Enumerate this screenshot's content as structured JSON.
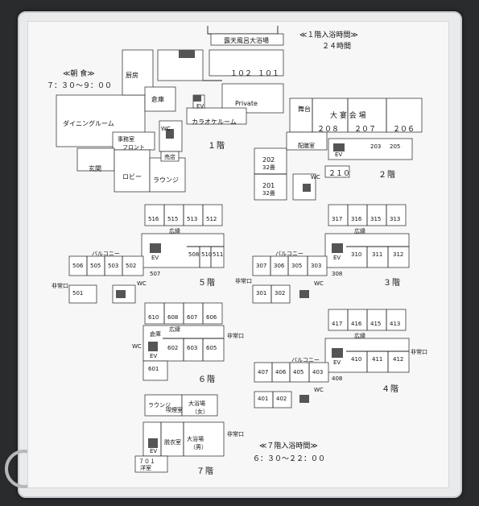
{
  "onsen": {
    "label": "露天風呂大浴場"
  },
  "bath_1f": {
    "heading": "≪１階入浴時間≫",
    "hours": "２４時間"
  },
  "breakfast": {
    "heading": "≪朝 食≫",
    "hours": "７：３０〜９：００"
  },
  "floor1": {
    "label": "１階",
    "rooms": {
      "dining": "ダイニングルーム",
      "chubo": "厨房",
      "souko": "倉庫",
      "r102": "１０２",
      "r101": "１０１",
      "private": "Private",
      "karaoke": "カラオケルーム",
      "jimu": "事務室",
      "front": "フロント",
      "genkan": "玄関",
      "lobby": "ロビー",
      "lounge": "ラウンジ",
      "shop": "売店",
      "wc": "WC",
      "ev": "EV"
    }
  },
  "floor2": {
    "label": "２階",
    "rooms": {
      "butai": "舞台",
      "daienkai": "大 宴 会 場",
      "r208": "２０８",
      "r207": "２０７",
      "r206": "２０６",
      "haizen": "配膳室",
      "r202": "202",
      "r202_cap": "32畳",
      "r201": "201",
      "r201_cap": "32畳",
      "r210": "２１０",
      "r203": "203",
      "r205": "205",
      "wc": "WC",
      "ev": "EV"
    }
  },
  "floor3": {
    "label": "３階",
    "rooms": {
      "top": [
        "317",
        "316",
        "315",
        "313"
      ],
      "mid": [
        "310",
        "311",
        "312"
      ],
      "left": [
        "307",
        "306",
        "305",
        "303"
      ],
      "bottom": [
        "301",
        "302"
      ],
      "r308": "308",
      "balcony": "バルコニー",
      "hiroen": "広縁",
      "hijouguchi": "非常口",
      "ev": "EV",
      "wc": "WC"
    }
  },
  "floor4": {
    "label": "４階",
    "rooms": {
      "top": [
        "417",
        "416",
        "415",
        "413"
      ],
      "mid": [
        "410",
        "411",
        "412"
      ],
      "left": [
        "407",
        "406",
        "405",
        "403"
      ],
      "bottom": [
        "401",
        "402"
      ],
      "r408": "408",
      "balcony": "バルコニー",
      "hiroen": "広縁",
      "hijouguchi": "非常口",
      "ev": "EV",
      "wc": "WC"
    }
  },
  "floor5": {
    "label": "５階",
    "rooms": {
      "top": [
        "516",
        "515",
        "513",
        "512"
      ],
      "mid": [
        "508",
        "510",
        "511"
      ],
      "left": [
        "506",
        "505",
        "503",
        "502"
      ],
      "bottom": [
        "501"
      ],
      "r507": "507",
      "balcony": "バルコニー",
      "hiroen": "広縁",
      "hijouguchi": "非常口",
      "ev": "EV",
      "wc": "WC"
    }
  },
  "floor6": {
    "label": "６階",
    "rooms": {
      "top": [
        "610",
        "608",
        "607",
        "606"
      ],
      "mid": [
        "602",
        "603",
        "605"
      ],
      "r601": "601",
      "souko": "倉庫",
      "hiroen": "広縁",
      "hijouguchi": "非常口",
      "ev": "EV",
      "wc": "WC"
    }
  },
  "floor7": {
    "label": "７階",
    "rooms": {
      "lounge": "ラウンジ",
      "kitsuen": "喫煙室",
      "oyokujo_women": "大浴場",
      "women": "（女）",
      "dassui": "脱衣室",
      "oyokujo_men": "大浴場",
      "men": "（男）",
      "r701": "７０１",
      "youshitsu": "洋室",
      "ev": "EV",
      "hijouguchi": "非常口"
    }
  },
  "bath_7f": {
    "heading": "≪７階入浴時間≫",
    "hours": "６：３０〜２２：００"
  },
  "colors": {
    "background": "#2a2b2d",
    "paper": "#f7f7f7",
    "ink": "#222222"
  }
}
